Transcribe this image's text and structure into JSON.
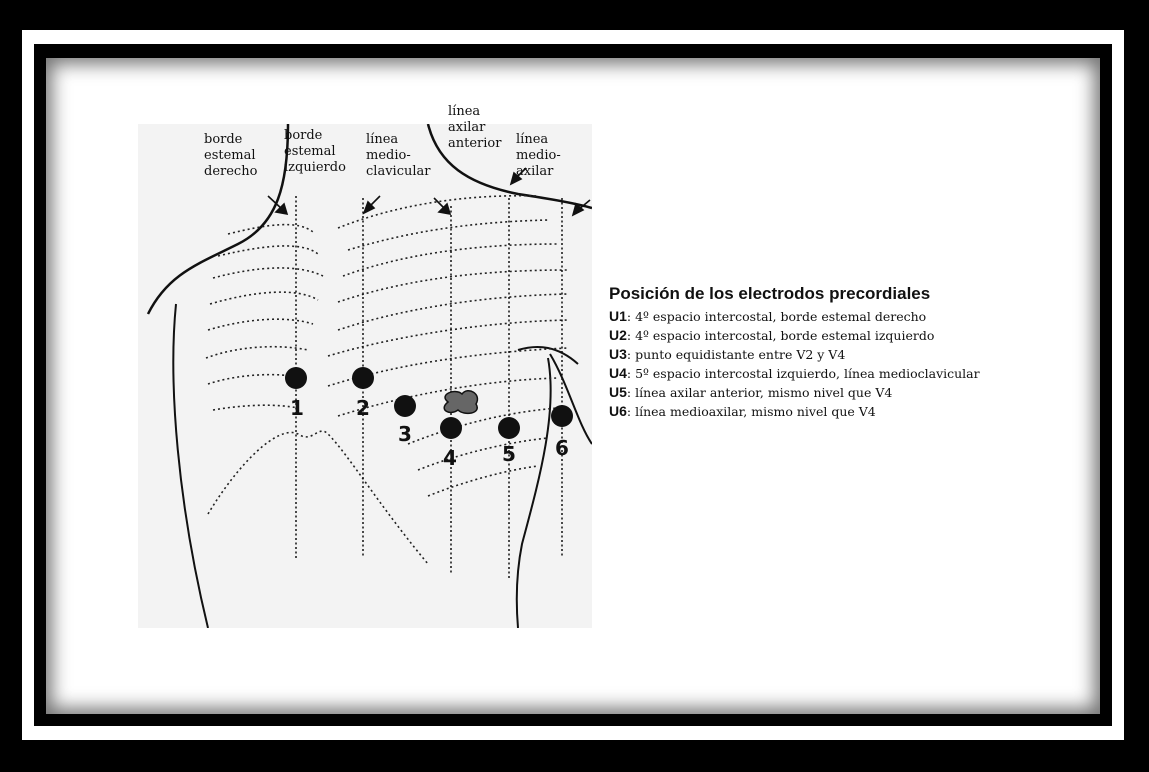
{
  "diagram": {
    "labels": {
      "borde_esternal_derecho": "borde\nestemal\nderecho",
      "borde_esternal_izquierdo": "borde\nestemal\nizquierdo",
      "linea_medioclavicular": "línea\nmedio-\nclavicular",
      "linea_axilar_anterior": "línea\naxilar\nanterior",
      "linea_medioaxilar": "línea\nmedio-\naxilar"
    },
    "electrode_numbers": [
      "1",
      "2",
      "3",
      "4",
      "5",
      "6"
    ]
  },
  "legend": {
    "title": "Posición de los electrodos precordiales",
    "items": [
      {
        "key": "U1",
        "text": ": 4º espacio intercostal, borde estemal derecho"
      },
      {
        "key": "U2",
        "text": ": 4º espacio intercostal, borde estemal izquierdo"
      },
      {
        "key": "U3",
        "text": ": punto equidistante entre V2 y V4"
      },
      {
        "key": "U4",
        "text": ": 5º espacio intercostal izquierdo, línea medioclavicular"
      },
      {
        "key": "U5",
        "text": ": línea axilar anterior, mismo nivel que V4"
      },
      {
        "key": "U6",
        "text": ": línea medioaxilar, mismo nivel que V4"
      }
    ]
  }
}
